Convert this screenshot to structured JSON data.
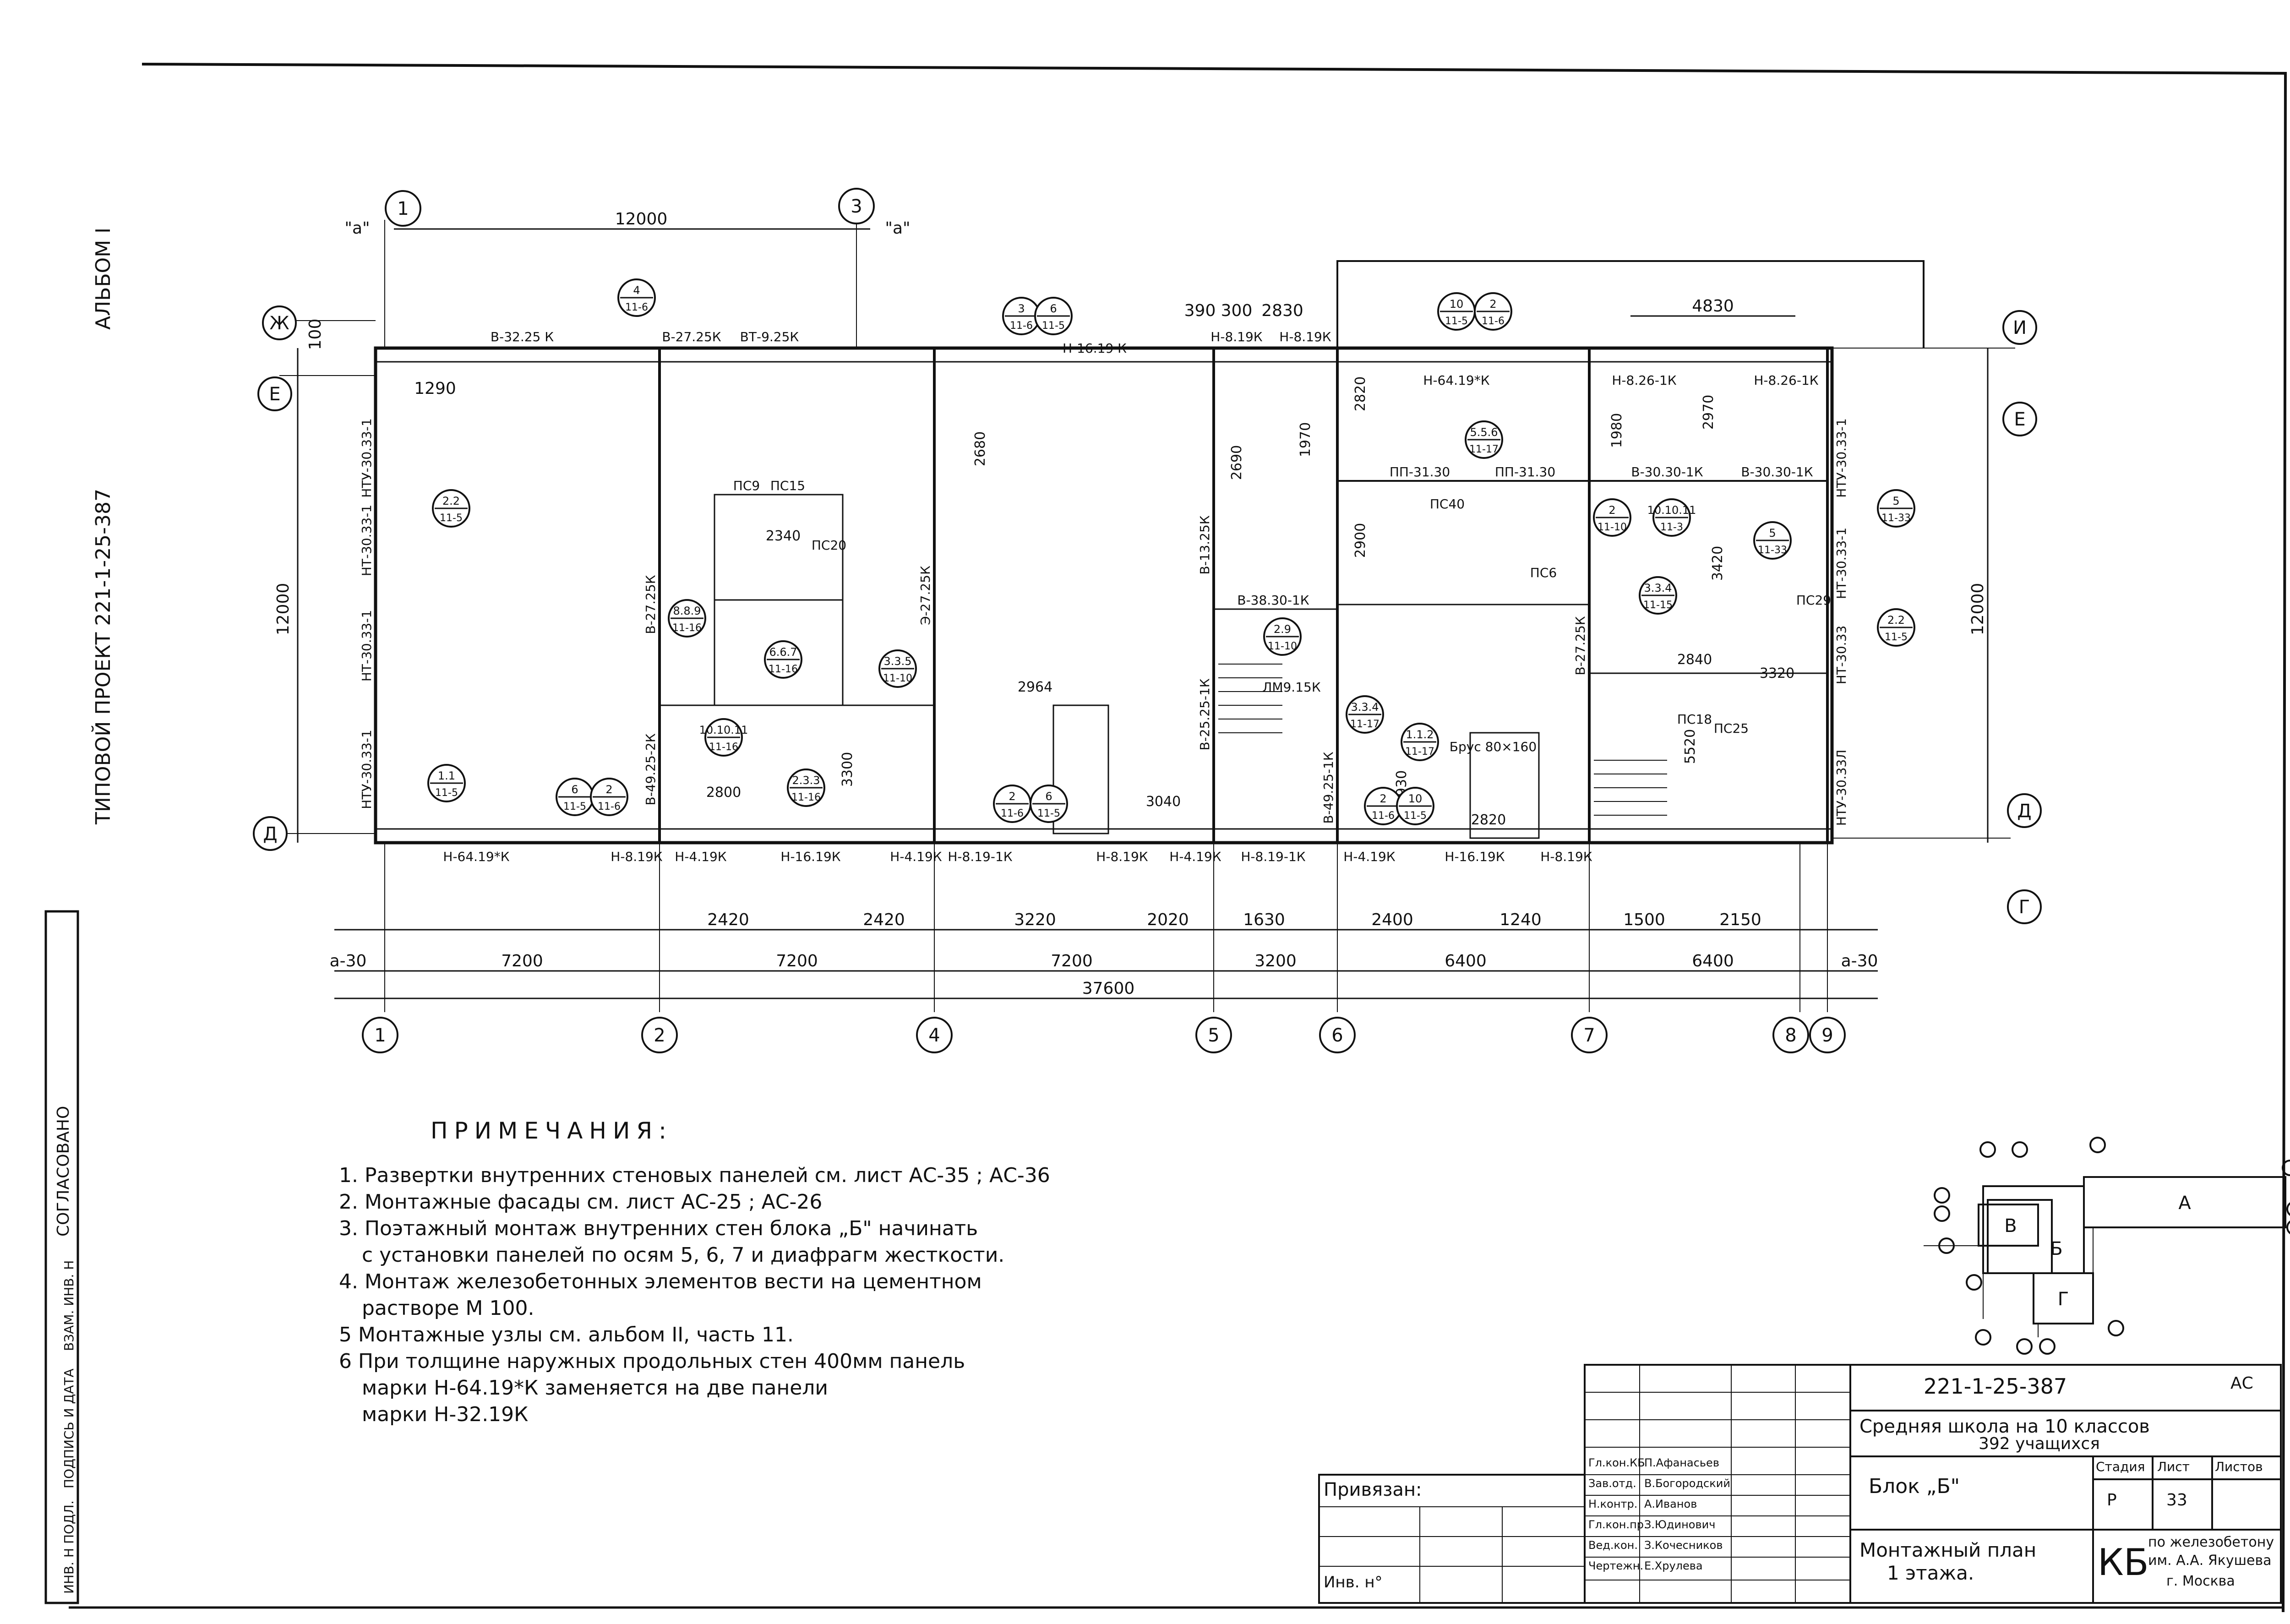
{
  "side_text": {
    "album": "АЛЬБОМ I",
    "project": "ТИПОВОЙ ПРОЕКТ 221-1-25-387",
    "agreed": "СОГЛАСОВАНО",
    "margin_labels": [
      "ИНВ. Н ПОДЛ.",
      "ПОДПИСЬ И ДАТА",
      "ВЗАМ. ИНВ. Н"
    ]
  },
  "axes": {
    "columns": [
      "1",
      "2",
      "4",
      "5",
      "6",
      "7",
      "8",
      "9"
    ],
    "top_columns": [
      "1",
      "3"
    ],
    "rows_left": [
      "Ж",
      "Е",
      "Д"
    ],
    "rows_right": [
      "И",
      "Е",
      "Д",
      "Г"
    ]
  },
  "dimensions": {
    "top_span": "12000",
    "left_span": "12000",
    "right_span": "12000",
    "total": "37600",
    "bays": [
      "7200",
      "7200",
      "7200",
      "3200",
      "6400",
      "6400"
    ],
    "sub_dims": [
      "2420",
      "2420",
      "3220",
      "2020",
      "1630",
      "2400",
      "1240",
      "1500",
      "2150"
    ],
    "top_right": [
      "4830",
      "2830",
      "300",
      "390"
    ],
    "left_marks": [
      "100",
      "1290"
    ],
    "edge_left": "а-30",
    "edge_right": "а-30",
    "section_marks": [
      "\"а\"",
      "\"а\""
    ]
  },
  "panels": {
    "bottom_row": [
      "Н-64.19*К",
      "Н-8.19К",
      "Н-4.19К",
      "Н-16.19К",
      "Н-4.19К",
      "Н-8.19-1К",
      "Н-8.19К",
      "Н-4.19К",
      "Н-8.19-1К",
      "Н-4.19К",
      "Н-16.19К",
      "Н-8.19К"
    ],
    "top_row": [
      "В-32.25 К",
      "В-27.25К",
      "ВТ-9.25К",
      "Н-16.19 К",
      "Н-8.19К",
      "Н-8.19К",
      "Н-64.19*К",
      "Н-8.26-1К",
      "Н-8.26-1К"
    ],
    "left_wall": [
      "НТУ-30.33-1",
      "НТ-30.33-1",
      "НТ-30.33-1",
      "НТУ-30.33-1"
    ],
    "right_wall": [
      "НТУ-30.33-1",
      "НТ-30.33-1",
      "НТ-30.33",
      "НТУ-30.33Л"
    ],
    "interior": [
      "В-27.25К",
      "В-49.25-2К",
      "Э-27.25К",
      "В-13.25К",
      "В-38.30-1К",
      "ПП-31.30",
      "ПП-31.30",
      "В-30.30-1К",
      "В-30.30-1К",
      "В-27.25К",
      "В-49.25-1К",
      "В-25.25-1К"
    ],
    "slabs": [
      "ПС9",
      "ПС15",
      "ПС20",
      "ПС6",
      "ПС25",
      "ПС18",
      "ПС40",
      "ПС29"
    ],
    "beam": "Брус 80×160",
    "landing": "ЛМ9.15К"
  },
  "room_dims": [
    "2340",
    "2800",
    "3300",
    "2840",
    "3320",
    "5520",
    "2930",
    "2820",
    "3040",
    "2964",
    "2900",
    "2820",
    "2680",
    "2690",
    "1970",
    "1980",
    "3420",
    "2970"
  ],
  "callouts": [
    {
      "top": "2.2",
      "bottom": "11-5"
    },
    {
      "top": "1.1",
      "bottom": "11-5"
    },
    {
      "top": "6",
      "bottom": "11-5"
    },
    {
      "top": "2",
      "bottom": "11-6"
    },
    {
      "top": "4",
      "bottom": "11-6"
    },
    {
      "top": "8.8.9",
      "bottom": "11-16"
    },
    {
      "top": "6.6.7",
      "bottom": "11-16"
    },
    {
      "top": "3.3.5",
      "bottom": "11-10"
    },
    {
      "top": "10.10.11",
      "bottom": "11-16"
    },
    {
      "top": "2.3.3",
      "bottom": "11-16"
    },
    {
      "top": "2",
      "bottom": "11-6"
    },
    {
      "top": "6",
      "bottom": "11-5"
    },
    {
      "top": "3",
      "bottom": "11-6"
    },
    {
      "top": "6",
      "bottom": "11-5"
    },
    {
      "top": "2.9",
      "bottom": "11-10"
    },
    {
      "top": "3.3.4",
      "bottom": "11-17"
    },
    {
      "top": "1.1.2",
      "bottom": "11-17"
    },
    {
      "top": "2",
      "bottom": "11-6"
    },
    {
      "top": "10",
      "bottom": "11-5"
    },
    {
      "top": "10",
      "bottom": "11-5"
    },
    {
      "top": "2",
      "bottom": "11-6"
    },
    {
      "top": "5.5.6",
      "bottom": "11-17"
    },
    {
      "top": "2",
      "bottom": "11-10"
    },
    {
      "top": "10.10.11",
      "bottom": "11-3"
    },
    {
      "top": "3.3.4",
      "bottom": "11-15"
    },
    {
      "top": "5",
      "bottom": "11-33"
    },
    {
      "top": "5",
      "bottom": "11-33"
    },
    {
      "top": "2.2",
      "bottom": "11-5"
    }
  ],
  "notes": {
    "title": "ПРИМЕЧАНИЯ:",
    "items": [
      "1. Развертки внутренних стеновых панелей см. лист АС-35 ; АС-36",
      "2. Монтажные фасады см. лист АС-25 ; АС-26",
      "3. Поэтажный монтаж внутренних стен блока „Б\" начинать",
      "с установки панелей по осям 5, 6, 7 и диафрагм жесткости.",
      "4. Монтаж железобетонных элементов вести на цементном",
      "растворе М 100.",
      "5 Монтажные узлы см. альбом II, часть 11.",
      "6 При толщине наружных продольных стен 400мм панель",
      "марки Н-64.19*К заменяется на две панели",
      "марки Н-32.19К"
    ]
  },
  "key_plan": {
    "blocks": [
      "А",
      "В",
      "Б",
      "Г"
    ]
  },
  "title_block": {
    "code": "221-1-25-387",
    "sheet_mark": "АС",
    "school": "Средняя школа на 10 классов",
    "students": "392 учащихся",
    "block": "Блок „Б\"",
    "drawing_title_1": "Монтажный план",
    "drawing_title_2": "1 этажа.",
    "stage_label": "Стадия",
    "sheet_label": "Лист",
    "sheets_label": "Листов",
    "stage": "Р",
    "sheet": "33",
    "bound_label": "Привязан:",
    "inv_label": "Инв. н°",
    "org_mark": "КБ",
    "org_1": "по железобетону",
    "org_2": "им. А.А. Якушева",
    "org_3": "г. Москва",
    "signers": [
      {
        "role": "Гл.кон.КБ",
        "name": "П.Афанасьев"
      },
      {
        "role": "Зав.отд.",
        "name": "В.Богородский"
      },
      {
        "role": "Н.контр.",
        "name": "А.Иванов"
      },
      {
        "role": "Гл.кон.пр.",
        "name": "З.Юдинович"
      },
      {
        "role": "Вед.кон.",
        "name": "З.Кочесников"
      },
      {
        "role": "Чертежн.",
        "name": "Е.Хрулева"
      }
    ]
  }
}
